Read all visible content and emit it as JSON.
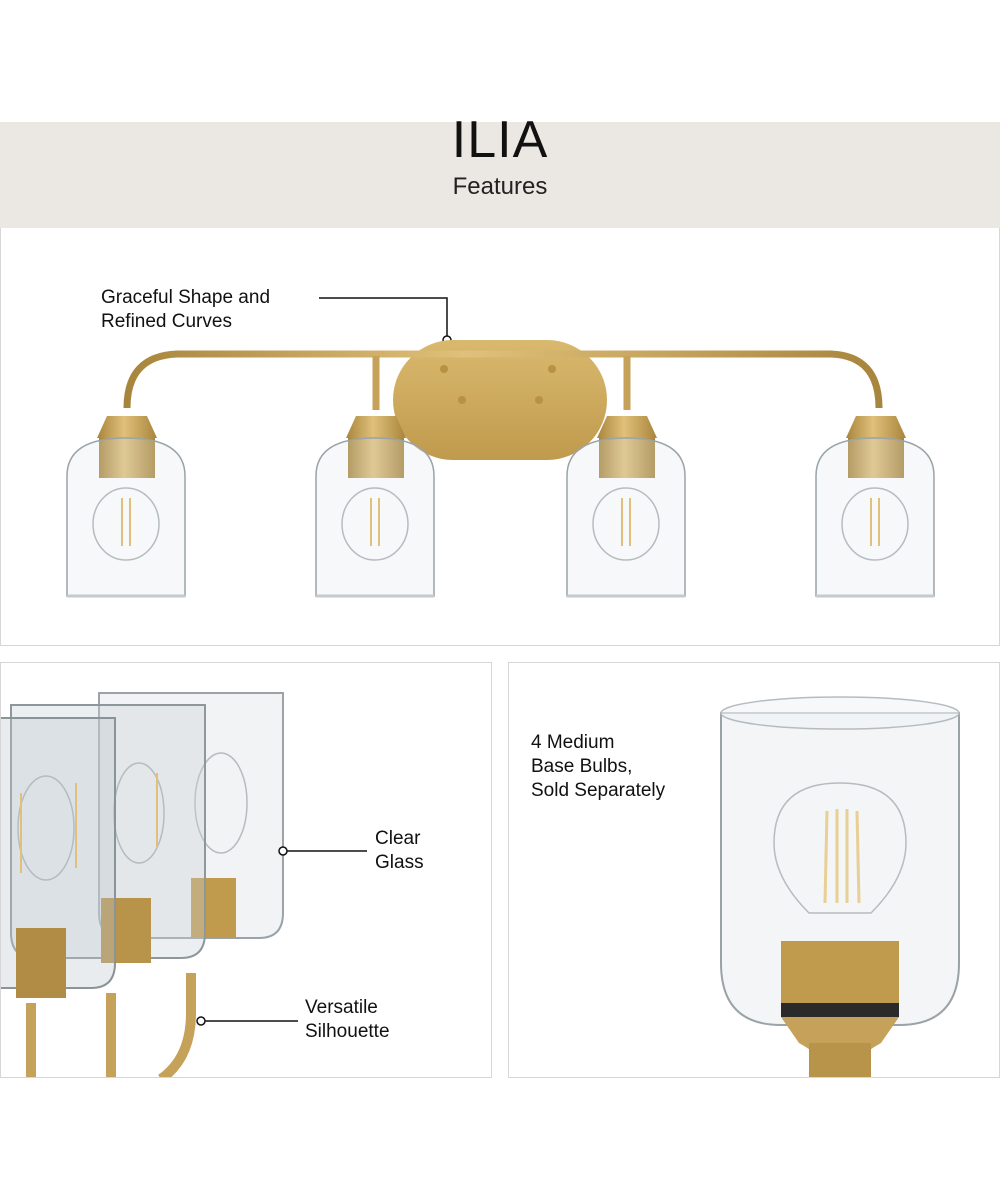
{
  "header": {
    "title": "ILIA",
    "subtitle": "Features"
  },
  "callouts": {
    "top_label": "Graceful Shape and\nRefined Curves",
    "glass_label": "Clear\nGlass",
    "silhouette_label": "Versatile\nSilhouette",
    "bulb_label": "4 Medium\nBase Bulbs,\nSold Separately"
  },
  "colors": {
    "brass": "#c9a55a",
    "brass_dark": "#a8853c",
    "header_band": "#ebe8e4",
    "glass_edge": "#9aa3a8"
  },
  "fixture": {
    "light_count": 4
  }
}
